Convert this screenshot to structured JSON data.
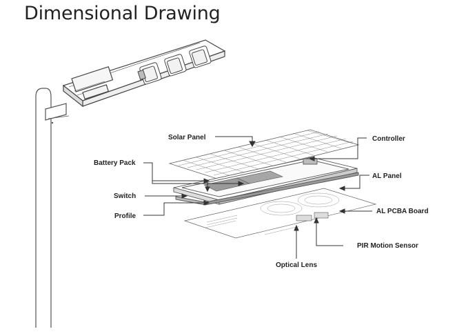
{
  "page": {
    "title": "Dimensional Drawing"
  },
  "labels": {
    "solar_panel": "Solar Panel",
    "controller": "Controller",
    "battery_pack": "Battery Pack",
    "al_panel": "AL Panel",
    "switch": "Switch",
    "profile": "Profile",
    "al_pcba_board": "AL PCBA Board",
    "pir_motion_sensor": "PIR Motion Sensor",
    "optical_lens": "Optical Lens"
  },
  "colors": {
    "line": "#555555",
    "text": "#222222",
    "battery": "#9a9a9a"
  }
}
